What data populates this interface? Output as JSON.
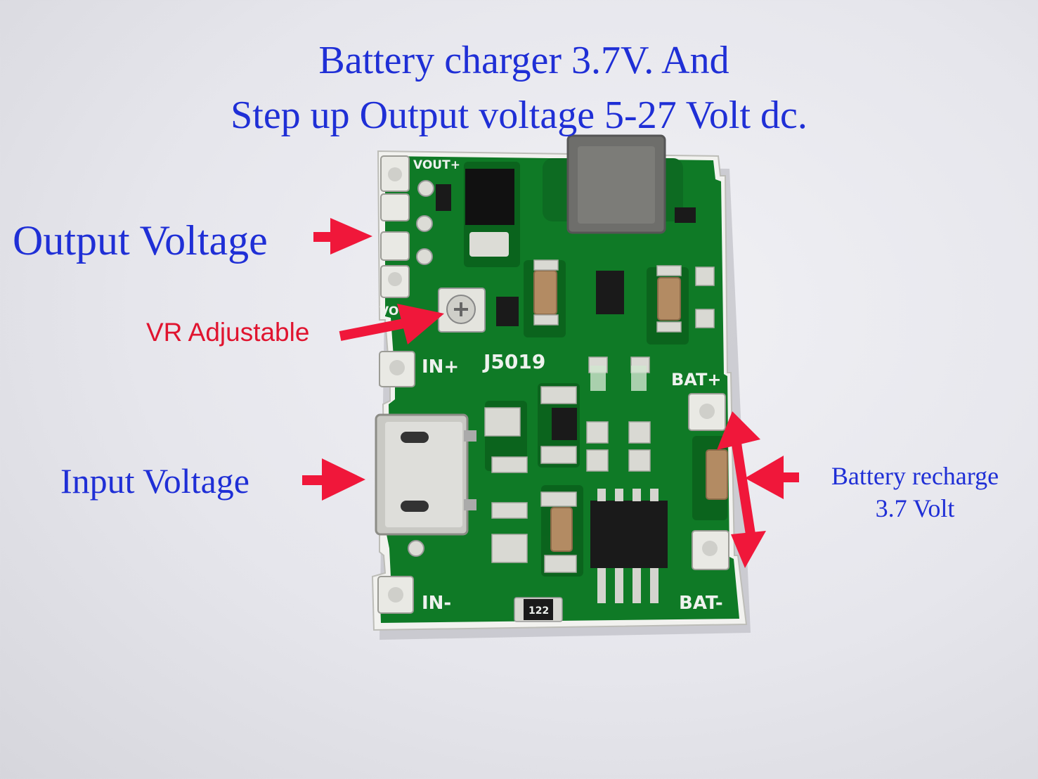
{
  "title": {
    "line1": "Battery charger 3.7V. And",
    "line2": "Step up  Output voltage 5-27 Volt dc."
  },
  "labels": {
    "output_voltage": "Output Voltage",
    "vr_adjustable": "VR Adjustable",
    "input_voltage": "Input Voltage",
    "battery_recharge_line1": "Battery recharge",
    "battery_recharge_line2": "3.7 Volt"
  },
  "board_silkscreen": {
    "vout_plus": "VOUT+",
    "vout_minus": "VO",
    "in_plus": "IN+",
    "in_minus": "IN-",
    "model": "J5019",
    "bat_plus": "BAT+",
    "bat_minus": "BAT-",
    "resistor_code": "122"
  },
  "colors": {
    "label_blue": "#1f2fd6",
    "label_red": "#e0142f",
    "arrow_red": "#f0173a",
    "pcb_green": "#0f7a26"
  },
  "icons": [
    "arrow-right-icon",
    "arrow-upright-icon",
    "arrow-left-icon",
    "double-arrow-icon"
  ]
}
